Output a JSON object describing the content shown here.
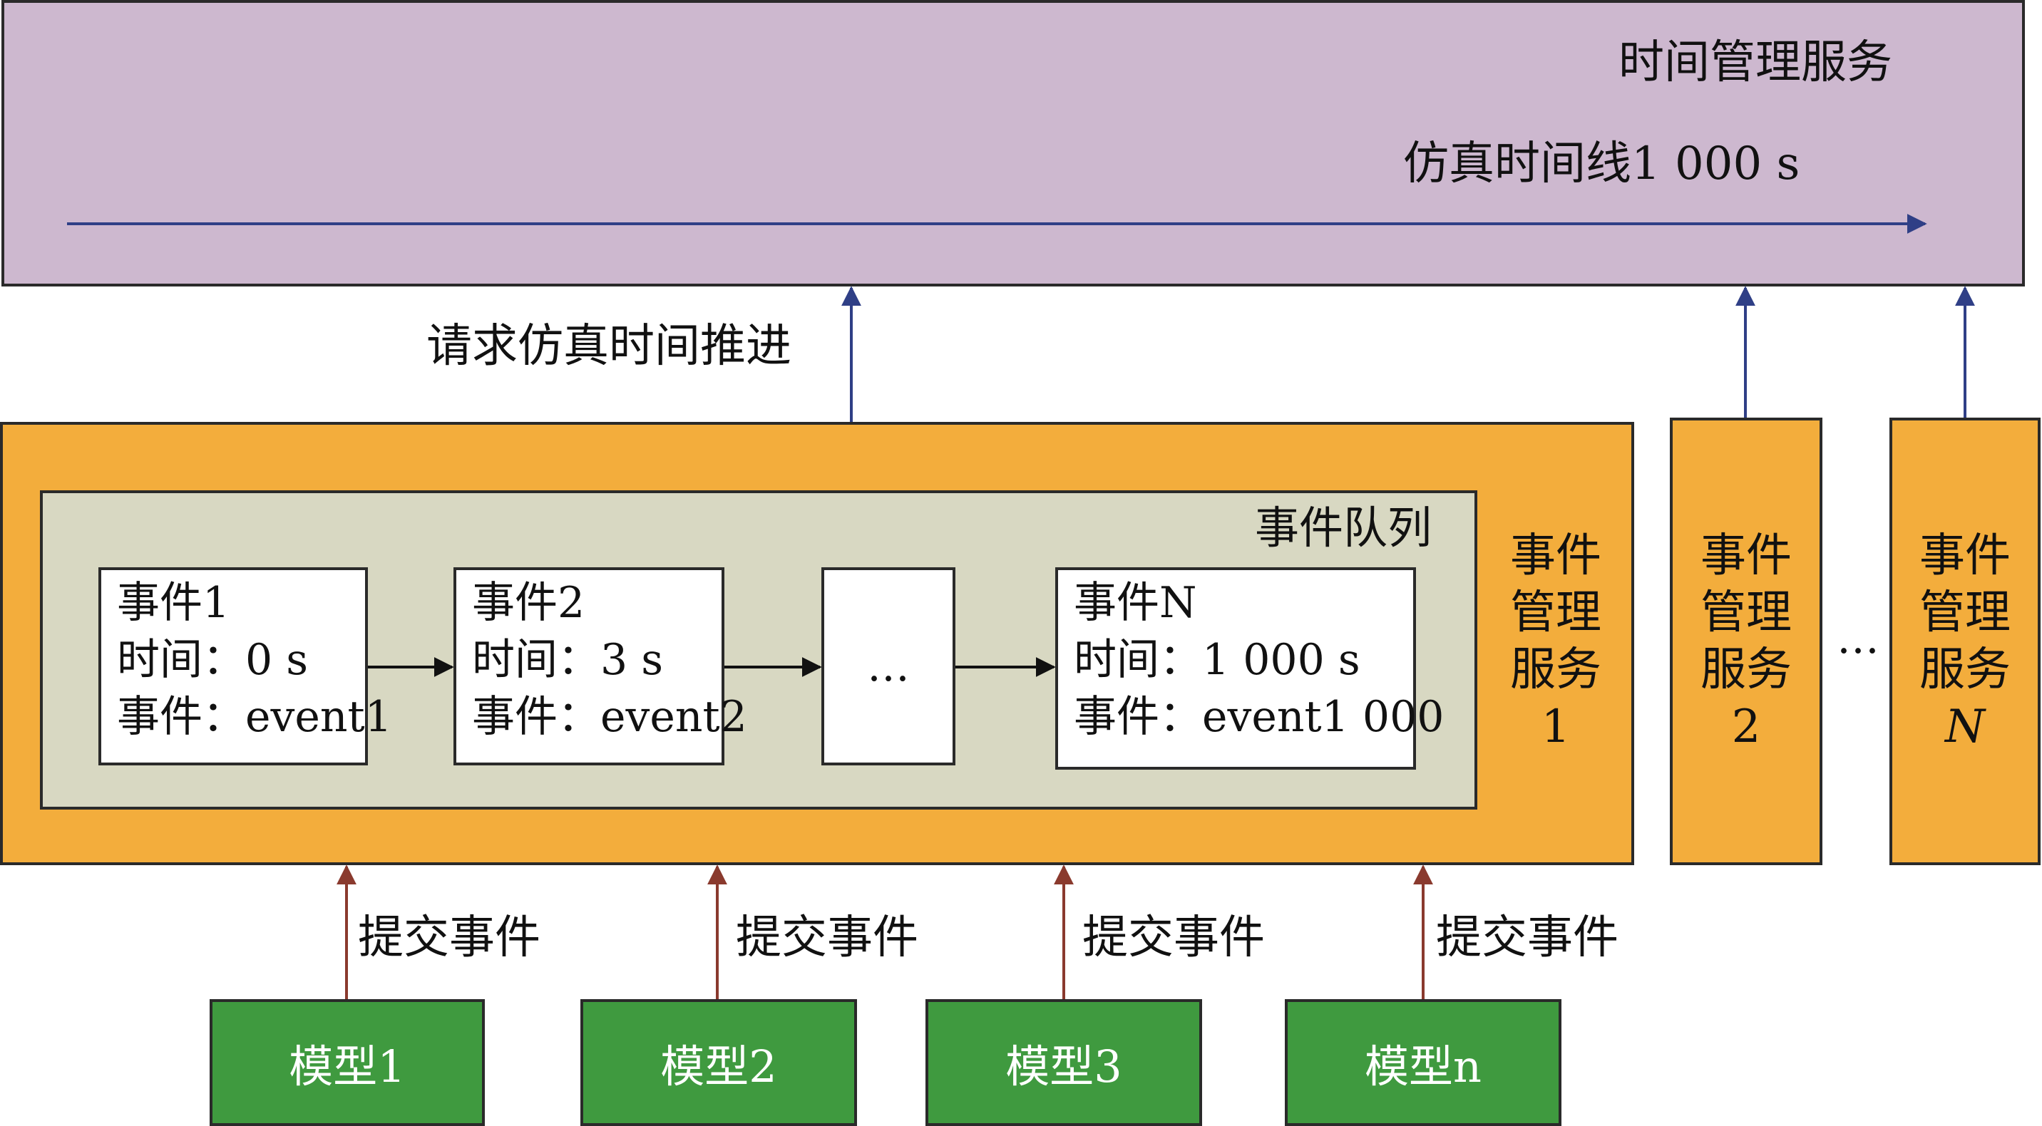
{
  "time_management_service": {
    "title": "时间管理服务",
    "timeline_label": "仿真时间线1 000 s"
  },
  "request_advance_label": "请求仿真时间推进",
  "event_management_service_main": {
    "title_lines": [
      "事件",
      "管理",
      "服务",
      "1"
    ],
    "queue_title": "事件队列",
    "events": [
      {
        "name": "事件1",
        "time": "时间：0 s",
        "event": "事件：event1"
      },
      {
        "name": "事件2",
        "time": "时间：3 s",
        "event": "事件：event2"
      },
      {
        "name": "事件N",
        "time": "时间：1 000 s",
        "event": "事件：event1 000"
      }
    ],
    "ellipsis": "…"
  },
  "event_management_services_other": [
    {
      "lines": [
        "事件",
        "管理",
        "服务",
        "2"
      ]
    },
    {
      "lines": [
        "事件",
        "管理",
        "服务",
        "N"
      ]
    }
  ],
  "services_ellipsis": "…",
  "submit_event_label": "提交事件",
  "models": [
    "模型1",
    "模型2",
    "模型3",
    "模型n"
  ],
  "colors": {
    "time_service_bg": "#cdb8cf",
    "event_service_bg": "#f3ad3c",
    "queue_bg": "#d8d8c2",
    "model_bg": "#3f9a3f",
    "blue_arrow": "#2f3f86",
    "red_arrow": "#8a3a2e"
  }
}
